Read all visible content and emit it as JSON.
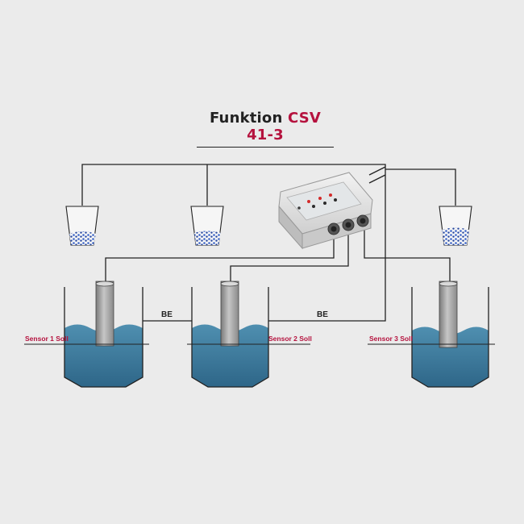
{
  "title": {
    "main": "Funktion",
    "accent": "CSV 41-3"
  },
  "sensors": [
    {
      "label": "Sensor 1 Soll"
    },
    {
      "label": "Sensor 2 Soll"
    },
    {
      "label": "Sensor 3 Soll"
    }
  ],
  "connections": [
    {
      "label": "BE"
    },
    {
      "label": "BE"
    }
  ],
  "colors": {
    "accent": "#b5123e",
    "liquid": "#3f7d9e",
    "granules": "#3a64c8",
    "line": "#222222"
  }
}
